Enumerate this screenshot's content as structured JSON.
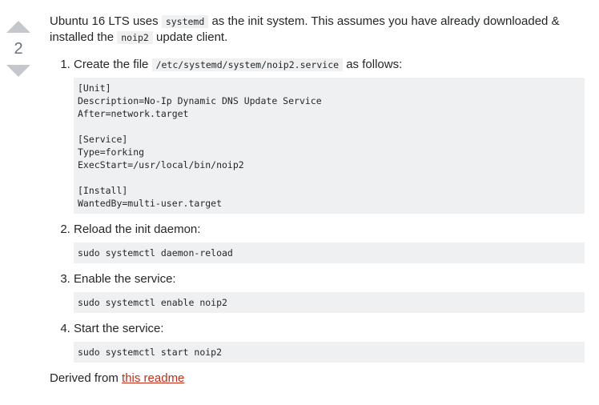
{
  "vote": {
    "count": "2"
  },
  "intro": {
    "part1": "Ubuntu 16 LTS uses ",
    "code1": "systemd",
    "part2": " as the init system. This assumes you have already downloaded & installed the ",
    "code2": "noip2",
    "part3": " update client."
  },
  "steps": [
    {
      "text_before": "Create the file ",
      "inline_code": "/etc/systemd/system/noip2.service",
      "text_after": " as follows:",
      "code": "[Unit]\nDescription=No-Ip Dynamic DNS Update Service\nAfter=network.target\n\n[Service]\nType=forking\nExecStart=/usr/local/bin/noip2\n\n[Install]\nWantedBy=multi-user.target"
    },
    {
      "text": "Reload the init daemon:",
      "code": "sudo systemctl daemon-reload"
    },
    {
      "text": "Enable the service:",
      "code": "sudo systemctl enable noip2"
    },
    {
      "text": "Start the service:",
      "code": "sudo systemctl start noip2"
    }
  ],
  "footer": {
    "text": "Derived from ",
    "link": "this readme"
  }
}
